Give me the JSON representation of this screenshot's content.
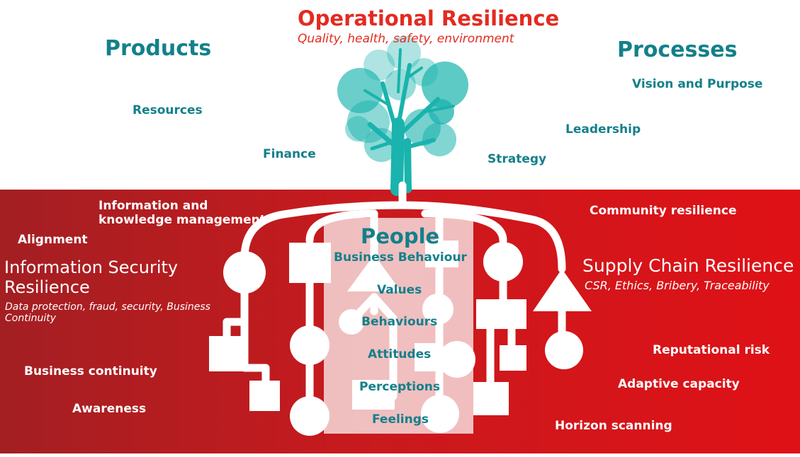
{
  "title": "Operational Resilience",
  "subtitle": "Quality, health, safety, environment",
  "left_heading": "Products",
  "right_heading": "Processes",
  "above_ground": {
    "resources": "Resources",
    "finance": "Finance",
    "strategy": "Strategy",
    "leadership": "Leadership",
    "vision": "Vision and Purpose"
  },
  "left_band": {
    "info_knowledge_line1": "Information and",
    "info_knowledge_line2": "knowledge management",
    "alignment": "Alignment",
    "info_security_line1": "Information Security",
    "info_security_line2": "Resilience",
    "info_security_sub_line1": "Data protection, fraud, security, Business",
    "info_security_sub_line2": "Continuity",
    "business_continuity": "Business continuity",
    "awareness": "Awareness"
  },
  "people": {
    "title": "People",
    "items": [
      "Business Behaviour",
      "Values",
      "Behaviours",
      "Attitudes",
      "Perceptions",
      "Feelings"
    ]
  },
  "right_band": {
    "community": "Community resilience",
    "supply_chain": "Supply Chain Resilience",
    "supply_chain_sub": "CSR, Ethics, Bribery, Traceability",
    "reputational": "Reputational risk",
    "adaptive": "Adaptive capacity",
    "horizon": "Horizon scanning"
  },
  "colors": {
    "teal": "#13808a",
    "tree": "#1ab3ad",
    "red_dark": "#a31f22",
    "red_bright": "#df1116",
    "title_red": "#e32b21"
  }
}
